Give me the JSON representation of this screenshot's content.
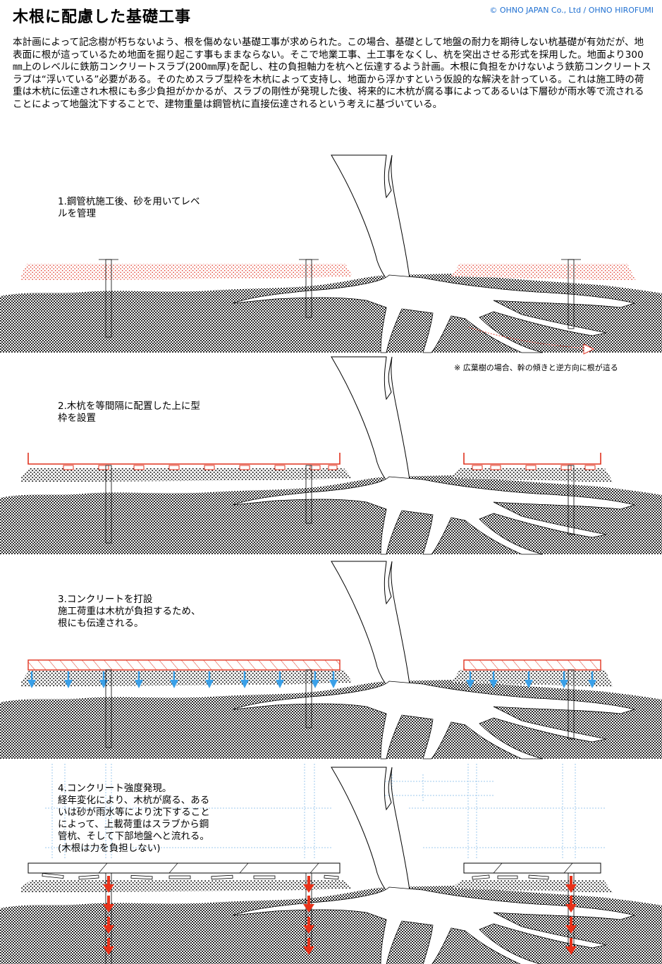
{
  "header": {
    "title": "木根に配慮した基礎工事",
    "copyright": "© OHNO JAPAN Co., Ltd / OHNO HIROFUMI"
  },
  "intro": "本計画によって記念樹が朽ちないよう、根を傷めない基礎工事が求められた。この場合、基礎として地盤の耐力を期待しない杭基礎が有効だが、地表面に根が這っているため地面を掘り起こす事もままならない。そこで地業工事、土工事をなくし、杭を突出させる形式を採用した。地面より300㎜上のレベルに鉄筋コンクリートスラブ(200㎜厚)を配し、柱の負担軸力を杭へと伝達するよう計画。木根に負担をかけないよう鉄筋コンクリートスラブは“浮いている”必要がある。そのためスラブ型枠を木杭によって支持し、地面から浮かすという仮設的な解決を計っている。これは施工時の荷重は木杭に伝達され木根にも多少負担がかかるが、スラブの剛性が発現した後、将来的に木杭が腐る事によってあるいは下層砂が雨水等で流されることによって地盤沈下することで、建物重量は鋼管杭に直接伝達されるという考えに基づいている。",
  "steps": [
    {
      "label": "1.鋼管杭施工後、砂を用いてレベ\nルを管理"
    },
    {
      "label": "2.木杭を等間隔に配置した上に型\n枠を設置"
    },
    {
      "label": "3.コンクリートを打設\n施工荷重は木杭が負担するため、\n根にも伝達される。"
    },
    {
      "label": "4.コンクリート強度発現。\n経年変化により、木杭が腐る、ある\nいは砂が雨水等により沈下すること\nによって、上載荷重はスラブから鋼\n管杭、そして下部地盤へと流れる。\n(木根は力を負担しない)"
    }
  ],
  "note": "※ 広葉樹の場合、幹の傾きと逆方向に根が這る",
  "colors": {
    "ground": "#3a3a3a",
    "sand": "#222222",
    "sand_red": "#e23a2a",
    "formwork": "#e0321e",
    "load_blue": "#3aa0e8",
    "load_red": "#e8321a",
    "ghost_blue": "#9cc8ee"
  }
}
